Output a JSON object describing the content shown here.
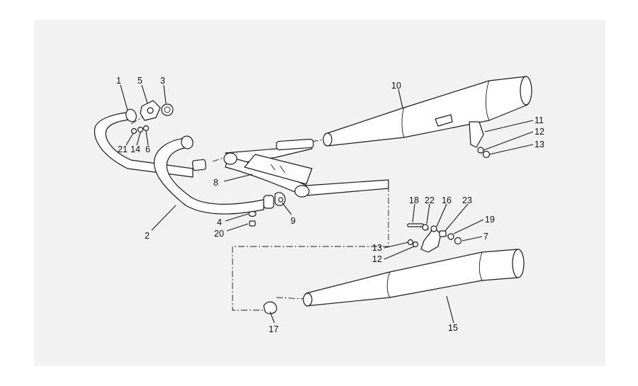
{
  "callouts": {
    "c1": "1",
    "c2": "2",
    "c3": "3",
    "c4": "4",
    "c5": "5",
    "c6": "6",
    "c7": "7",
    "c8": "8",
    "c9": "9",
    "c10": "10",
    "c11": "11",
    "c12a": "12",
    "c12b": "12",
    "c13a": "13",
    "c13b": "13",
    "c14": "14",
    "c15": "15",
    "c16": "16",
    "c17": "17",
    "c18": "18",
    "c19": "19",
    "c20": "20",
    "c21": "21",
    "c22": "22",
    "c23": "23"
  }
}
